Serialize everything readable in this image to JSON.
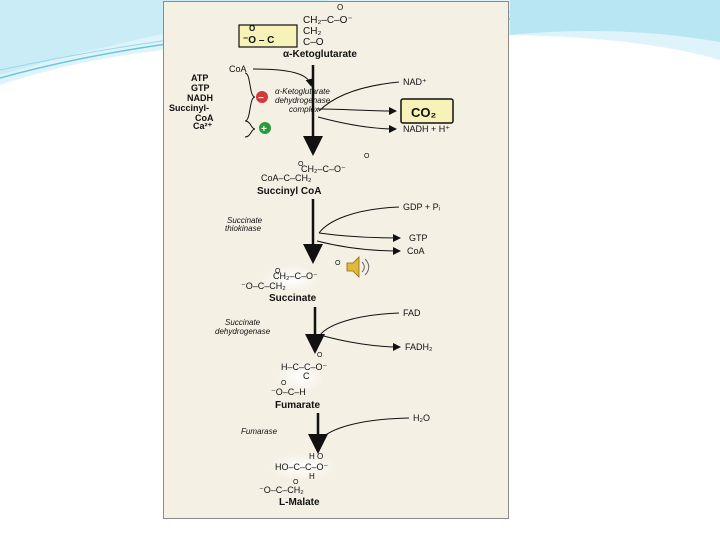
{
  "slide": {
    "colors": {
      "background": "#ffffff",
      "wave_light": "#c9ecf6",
      "wave_dark": "#6cc4e0",
      "panel": "#f4f0e4"
    }
  },
  "pathway": {
    "alpha_ketoglutarate": {
      "name": "α-Ketoglutarate",
      "line1": "CH₂–C–O⁻",
      "line2": "CH₂",
      "line3": "C–O",
      "carbonyl_o": "O",
      "boxed": "⁻O – C",
      "boxed_o": "O"
    },
    "step1": {
      "enzyme_line1": "α-Ketoglutarate",
      "enzyme_line2": "dehydrogenase",
      "enzyme_line3": "complex",
      "input": "CoA",
      "cofactor_in": "NAD⁺",
      "product_boxed": "CO₂",
      "cofactor_out": "NADH + H⁺",
      "inhibitors": [
        "ATP",
        "GTP",
        "NADH",
        "Succinyl-",
        "CoA"
      ],
      "activator": "Ca²⁺",
      "minus_sign": "−",
      "plus_sign": "+"
    },
    "succinyl_coa": {
      "name": "Succinyl CoA",
      "o_top": "O",
      "o_top2": "O",
      "line1": "CH₂–C–O⁻",
      "line2": "CoA–C–CH₂"
    },
    "step2": {
      "enzyme_line1": "Succinate",
      "enzyme_line2": "thiokinase",
      "input": "GDP + Pᵢ",
      "output1": "GTP",
      "output2": "CoA"
    },
    "succinate": {
      "name": "Succinate",
      "o_top": "O",
      "o_top2": "O",
      "line1": "CH₂–C–O⁻",
      "line2": "⁻O–C–CH₂"
    },
    "step3": {
      "enzyme_line1": "Succinate",
      "enzyme_line2": "dehydrogenase",
      "input": "FAD",
      "output": "FADH₂"
    },
    "fumarate": {
      "name": "Fumarate",
      "o_top": "O",
      "line1": "H–C–C–O⁻",
      "line2": "C",
      "o_mid": "O",
      "line3": "⁻O–C–H"
    },
    "step4": {
      "enzyme": "Fumarase",
      "input": "H₂O"
    },
    "malate": {
      "name": "L-Malate",
      "top": "H  O",
      "line1": "HO–C–C–O⁻",
      "line2": "H",
      "o_mid": "O",
      "line3": "⁻O–C–CH₂"
    }
  }
}
